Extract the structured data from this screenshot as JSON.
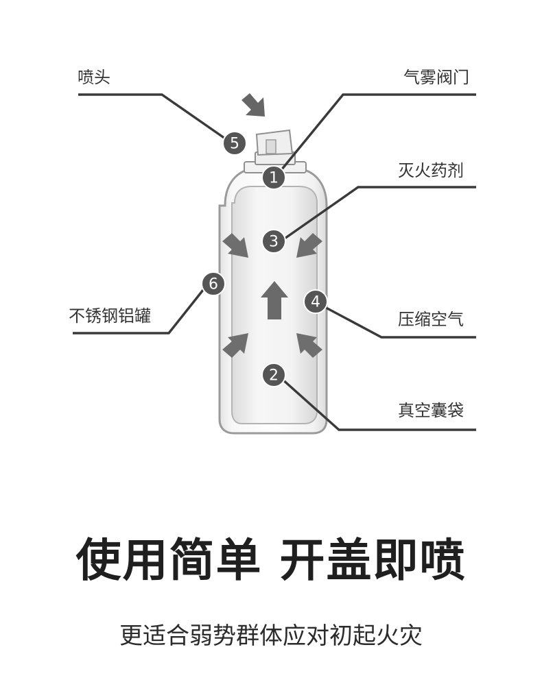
{
  "labels": {
    "nozzle": "喷头",
    "aerosol_valve": "气雾阀门",
    "extinguishing_agent": "灭火药剂",
    "can": "不锈钢铝罐",
    "compressed_air": "压缩空气",
    "vacuum_bag": "真空囊袋"
  },
  "markers": {
    "m1": "1",
    "m2": "2",
    "m3": "3",
    "m4": "4",
    "m5": "5",
    "m6": "6"
  },
  "headline": "使用简单 开盖即喷",
  "subline": "更适合弱势群体应对初起火灾",
  "colors": {
    "line": "#3a3a3a",
    "marker": "#555555",
    "arrow": "#6e6e6e",
    "can_outline": "#9a9a9a"
  }
}
